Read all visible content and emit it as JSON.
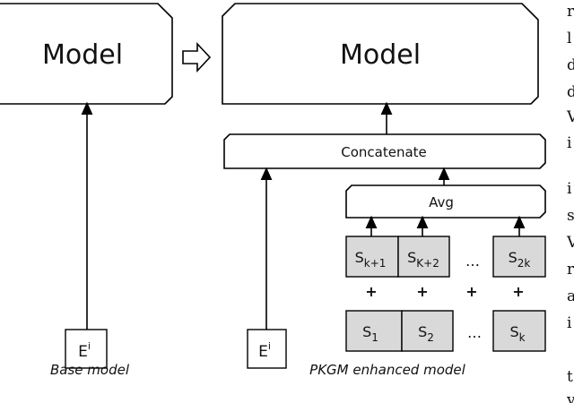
{
  "left": {
    "model_label": "Model",
    "input_main": "E",
    "input_sup": "i",
    "caption": "Base model"
  },
  "right": {
    "model_label": "Model",
    "concat_label": "Concatenate",
    "avg_label": "Avg",
    "input_main": "E",
    "input_sup": "i",
    "caption": "PKGM enhanced model",
    "top_row": [
      {
        "main": "S",
        "sub": "k+1"
      },
      {
        "main": "S",
        "sub": "K+2"
      },
      {
        "main": "S",
        "sub": "2k"
      }
    ],
    "bottom_row": [
      {
        "main": "S",
        "sub": "1"
      },
      {
        "main": "S",
        "sub": "2"
      },
      {
        "main": "S",
        "sub": "k"
      }
    ],
    "plus": "+",
    "ellipsis": "…"
  },
  "margin_text": [
    "r",
    "l",
    "d",
    "d",
    "V",
    "i",
    "i",
    "s",
    "V",
    "r",
    "a",
    "i",
    "t",
    "v"
  ],
  "colors": {
    "stroke": "#000000",
    "cell_fill": "#d9d9d9",
    "bg": "#ffffff"
  }
}
